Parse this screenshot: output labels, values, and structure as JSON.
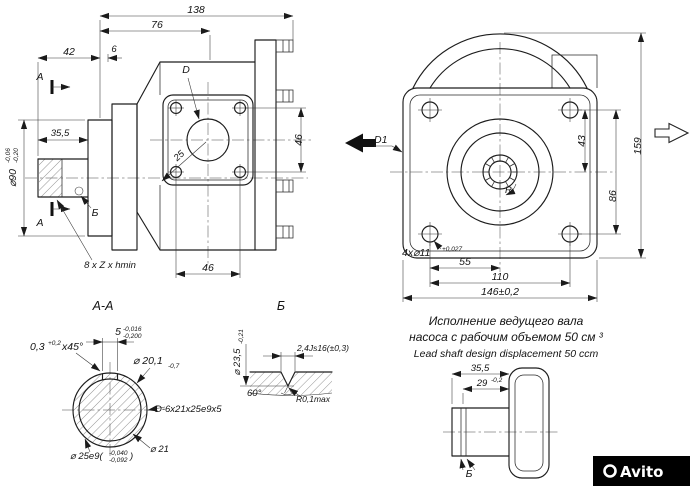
{
  "side_view": {
    "dim_138": "138",
    "dim_76": "76",
    "dim_42": "42",
    "dim_6": "6",
    "dim_35_5": "35,5",
    "dim_d90": "⌀90",
    "d90_tol_up": "-0,06",
    "d90_tol_low": "-0,20",
    "sec_mark_top": "A",
    "sec_mark_bottom": "A",
    "label_d": "D",
    "dim_25": "25",
    "dim_46_vert": "46",
    "dim_46_horiz": "46",
    "label_b": "Б",
    "spline_note": "8 x Z x hmin"
  },
  "front_view": {
    "dim_159": "159",
    "dim_86": "86",
    "dim_43": "43",
    "label_d1": "D1",
    "label_r": "R",
    "dim_55": "55",
    "dim_110": "110",
    "dim_146": "146±0,2",
    "hole_note": "4x⌀11",
    "hole_tol": "+0,027"
  },
  "section_aa": {
    "title": "А-А",
    "dim_5": "5",
    "dim_5_tol_up": "-0,016",
    "dim_5_tol_low": "-0,200",
    "chamfer_val": "0,3",
    "chamfer_tol": "+0,2",
    "chamfer_suffix": "x45°",
    "dim_20_1": "⌀ 20,1",
    "dim_20_1_tol": "-0,7",
    "spline_spec": "D-6x21x25e9x5",
    "dim_25e9": "⌀ 25e9(",
    "dim_25e9_tol_up": "-0,040",
    "dim_25e9_tol_low": "-0,092",
    "dim_25e9_close": ")",
    "dim_21": "⌀ 21"
  },
  "section_b": {
    "title": "Б",
    "dim_23_5": "⌀ 23,5",
    "dim_23_5_tol": "-0,21",
    "groove_width": "2,4Js16(±0,3)",
    "angle": "60°",
    "radius": "R0,1max"
  },
  "note": {
    "line1": "Исполнение ведущего вала",
    "line2": "насоса с рабочим объемом 50 см ³",
    "line3": "Lead shaft design displacement 50 ccm"
  },
  "shaft_detail": {
    "dim_35_5": "35,5",
    "dim_29": "29",
    "dim_29_tol": "-0,2",
    "label_b": "Б"
  },
  "watermark": {
    "brand": "Avito"
  }
}
